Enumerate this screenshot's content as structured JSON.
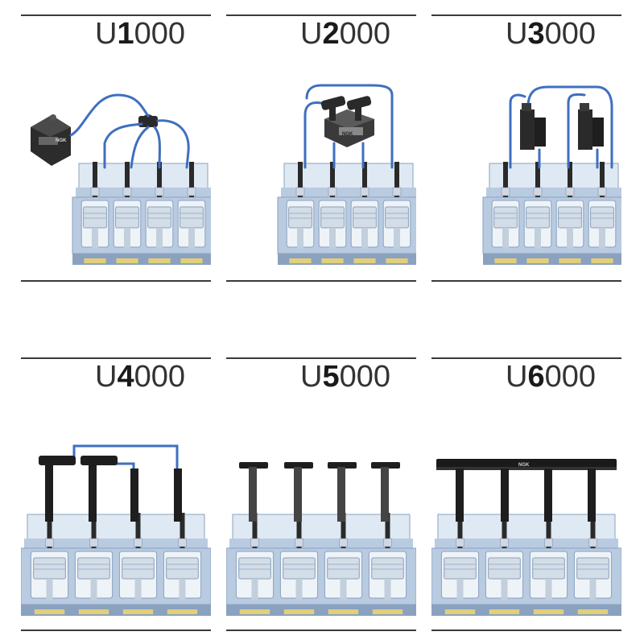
{
  "panels": [
    {
      "model_prefix": "U",
      "model_digit": "1",
      "model_suffix": "000",
      "system": "distributor-coil",
      "brand": "NGK"
    },
    {
      "model_prefix": "U",
      "model_digit": "2",
      "model_suffix": "000",
      "system": "dual-coil-pack",
      "brand": "NGK"
    },
    {
      "model_prefix": "U",
      "model_digit": "3",
      "model_suffix": "000",
      "system": "coil-pack-pairs",
      "brand": ""
    },
    {
      "model_prefix": "U",
      "model_digit": "4",
      "model_suffix": "000",
      "system": "coil-on-plug-wasted-spark",
      "brand": ""
    },
    {
      "model_prefix": "U",
      "model_digit": "5",
      "model_suffix": "000",
      "system": "pencil-coil",
      "brand": ""
    },
    {
      "model_prefix": "U",
      "model_digit": "6",
      "model_suffix": "000",
      "system": "coil-rail",
      "brand": "NGK"
    }
  ],
  "colors": {
    "lead": "#3f6fbf",
    "engine_light": "#dfe9f3",
    "engine_mid": "#b9cbe0",
    "engine_dark": "#8aa2bf",
    "coil": "#1e1e1e",
    "rule": "#3a3a3a",
    "bearing": "#e3cf7a"
  }
}
